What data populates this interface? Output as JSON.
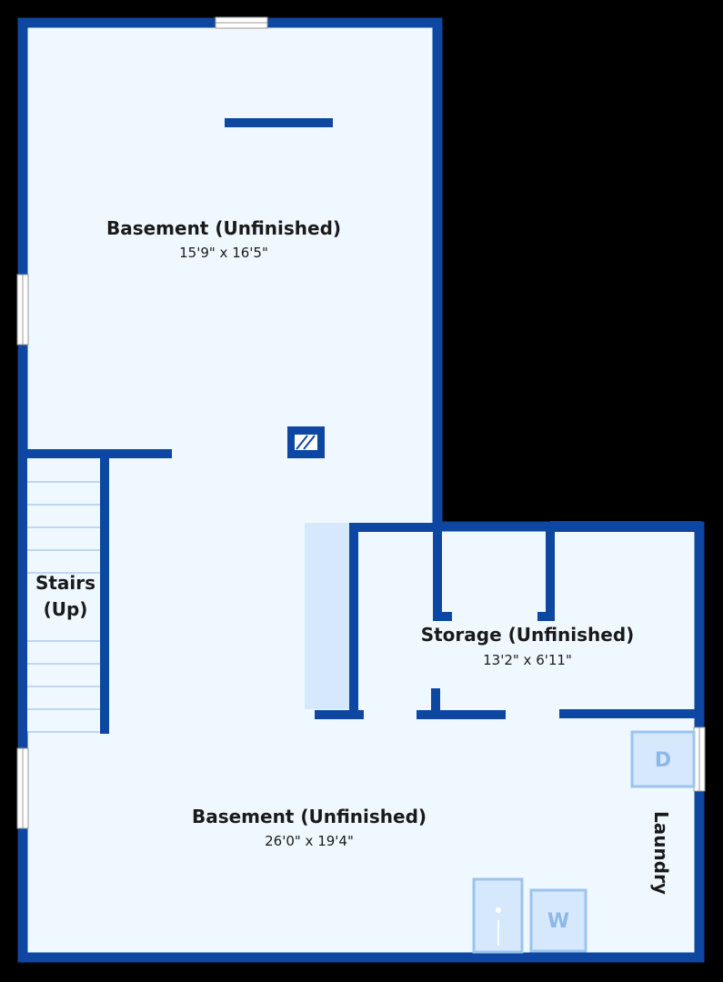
{
  "colors": {
    "background": "#000000",
    "floor": "#f0f8ff",
    "wall": "#0d47a1",
    "fixture_fill": "#d6e8fb",
    "fixture_stroke": "#9cc4ef",
    "fixture_text": "#8fb8e8",
    "window": "#ffffff",
    "stair_line": "#9fc1e6"
  },
  "rooms": {
    "basement_upper": {
      "name": "Basement (Unfinished)",
      "dims": "15'9\" x 16'5\""
    },
    "basement_lower": {
      "name": "Basement (Unfinished)",
      "dims": "26'0\" x 19'4\""
    },
    "storage": {
      "name": "Storage (Unfinished)",
      "dims": "13'2\" x 6'11\""
    },
    "stairs": {
      "line1": "Stairs",
      "line2": "(Up)"
    },
    "laundry": {
      "name": "Laundry"
    }
  },
  "appliances": {
    "dryer": "D",
    "washer": "W"
  }
}
